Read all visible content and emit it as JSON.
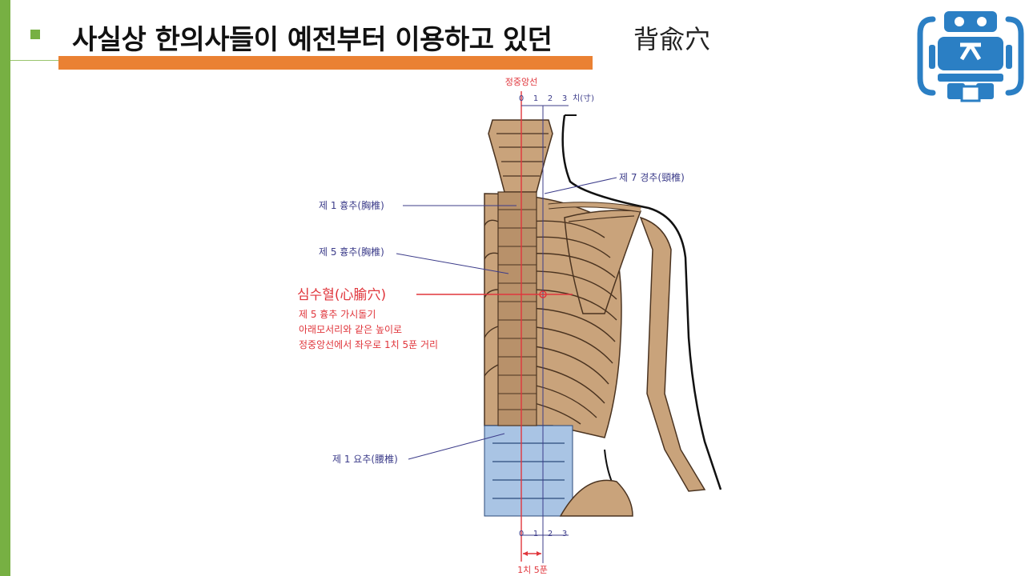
{
  "header": {
    "title": "사실상 한의사들이 예전부터 이용하고 있던",
    "title_hanja": "背兪穴"
  },
  "logo": {
    "icon": "robot-logo-icon",
    "color": "#2b7fc4"
  },
  "colors": {
    "accent_green": "#77b043",
    "accent_orange": "#ea8133",
    "bone": "#c9a37b",
    "lumbar": "#a9c4e4",
    "label_blue": "#3c3c8a",
    "label_red": "#e0363c"
  },
  "diagram": {
    "midline_label": "정중앙선",
    "scale_top": [
      "0",
      "1",
      "2",
      "3"
    ],
    "scale_unit": "치(寸)",
    "scale_bottom": [
      "0",
      "1",
      "2",
      "3"
    ],
    "bottom_label": "1치 5푼",
    "label_c7": "제 7 경추(頸椎)",
    "label_t1": "제 1 흉추(胸椎)",
    "label_t5": "제 5 흉추(胸椎)",
    "label_l1": "제 1 요추(腰椎)",
    "point_name": "심수혈(心腧穴)",
    "point_desc": [
      "제 5 흉추 가시돌기",
      "아래모서리와 같은 높이로",
      "정중앙선에서 좌우로 1치 5푼 거리"
    ]
  }
}
